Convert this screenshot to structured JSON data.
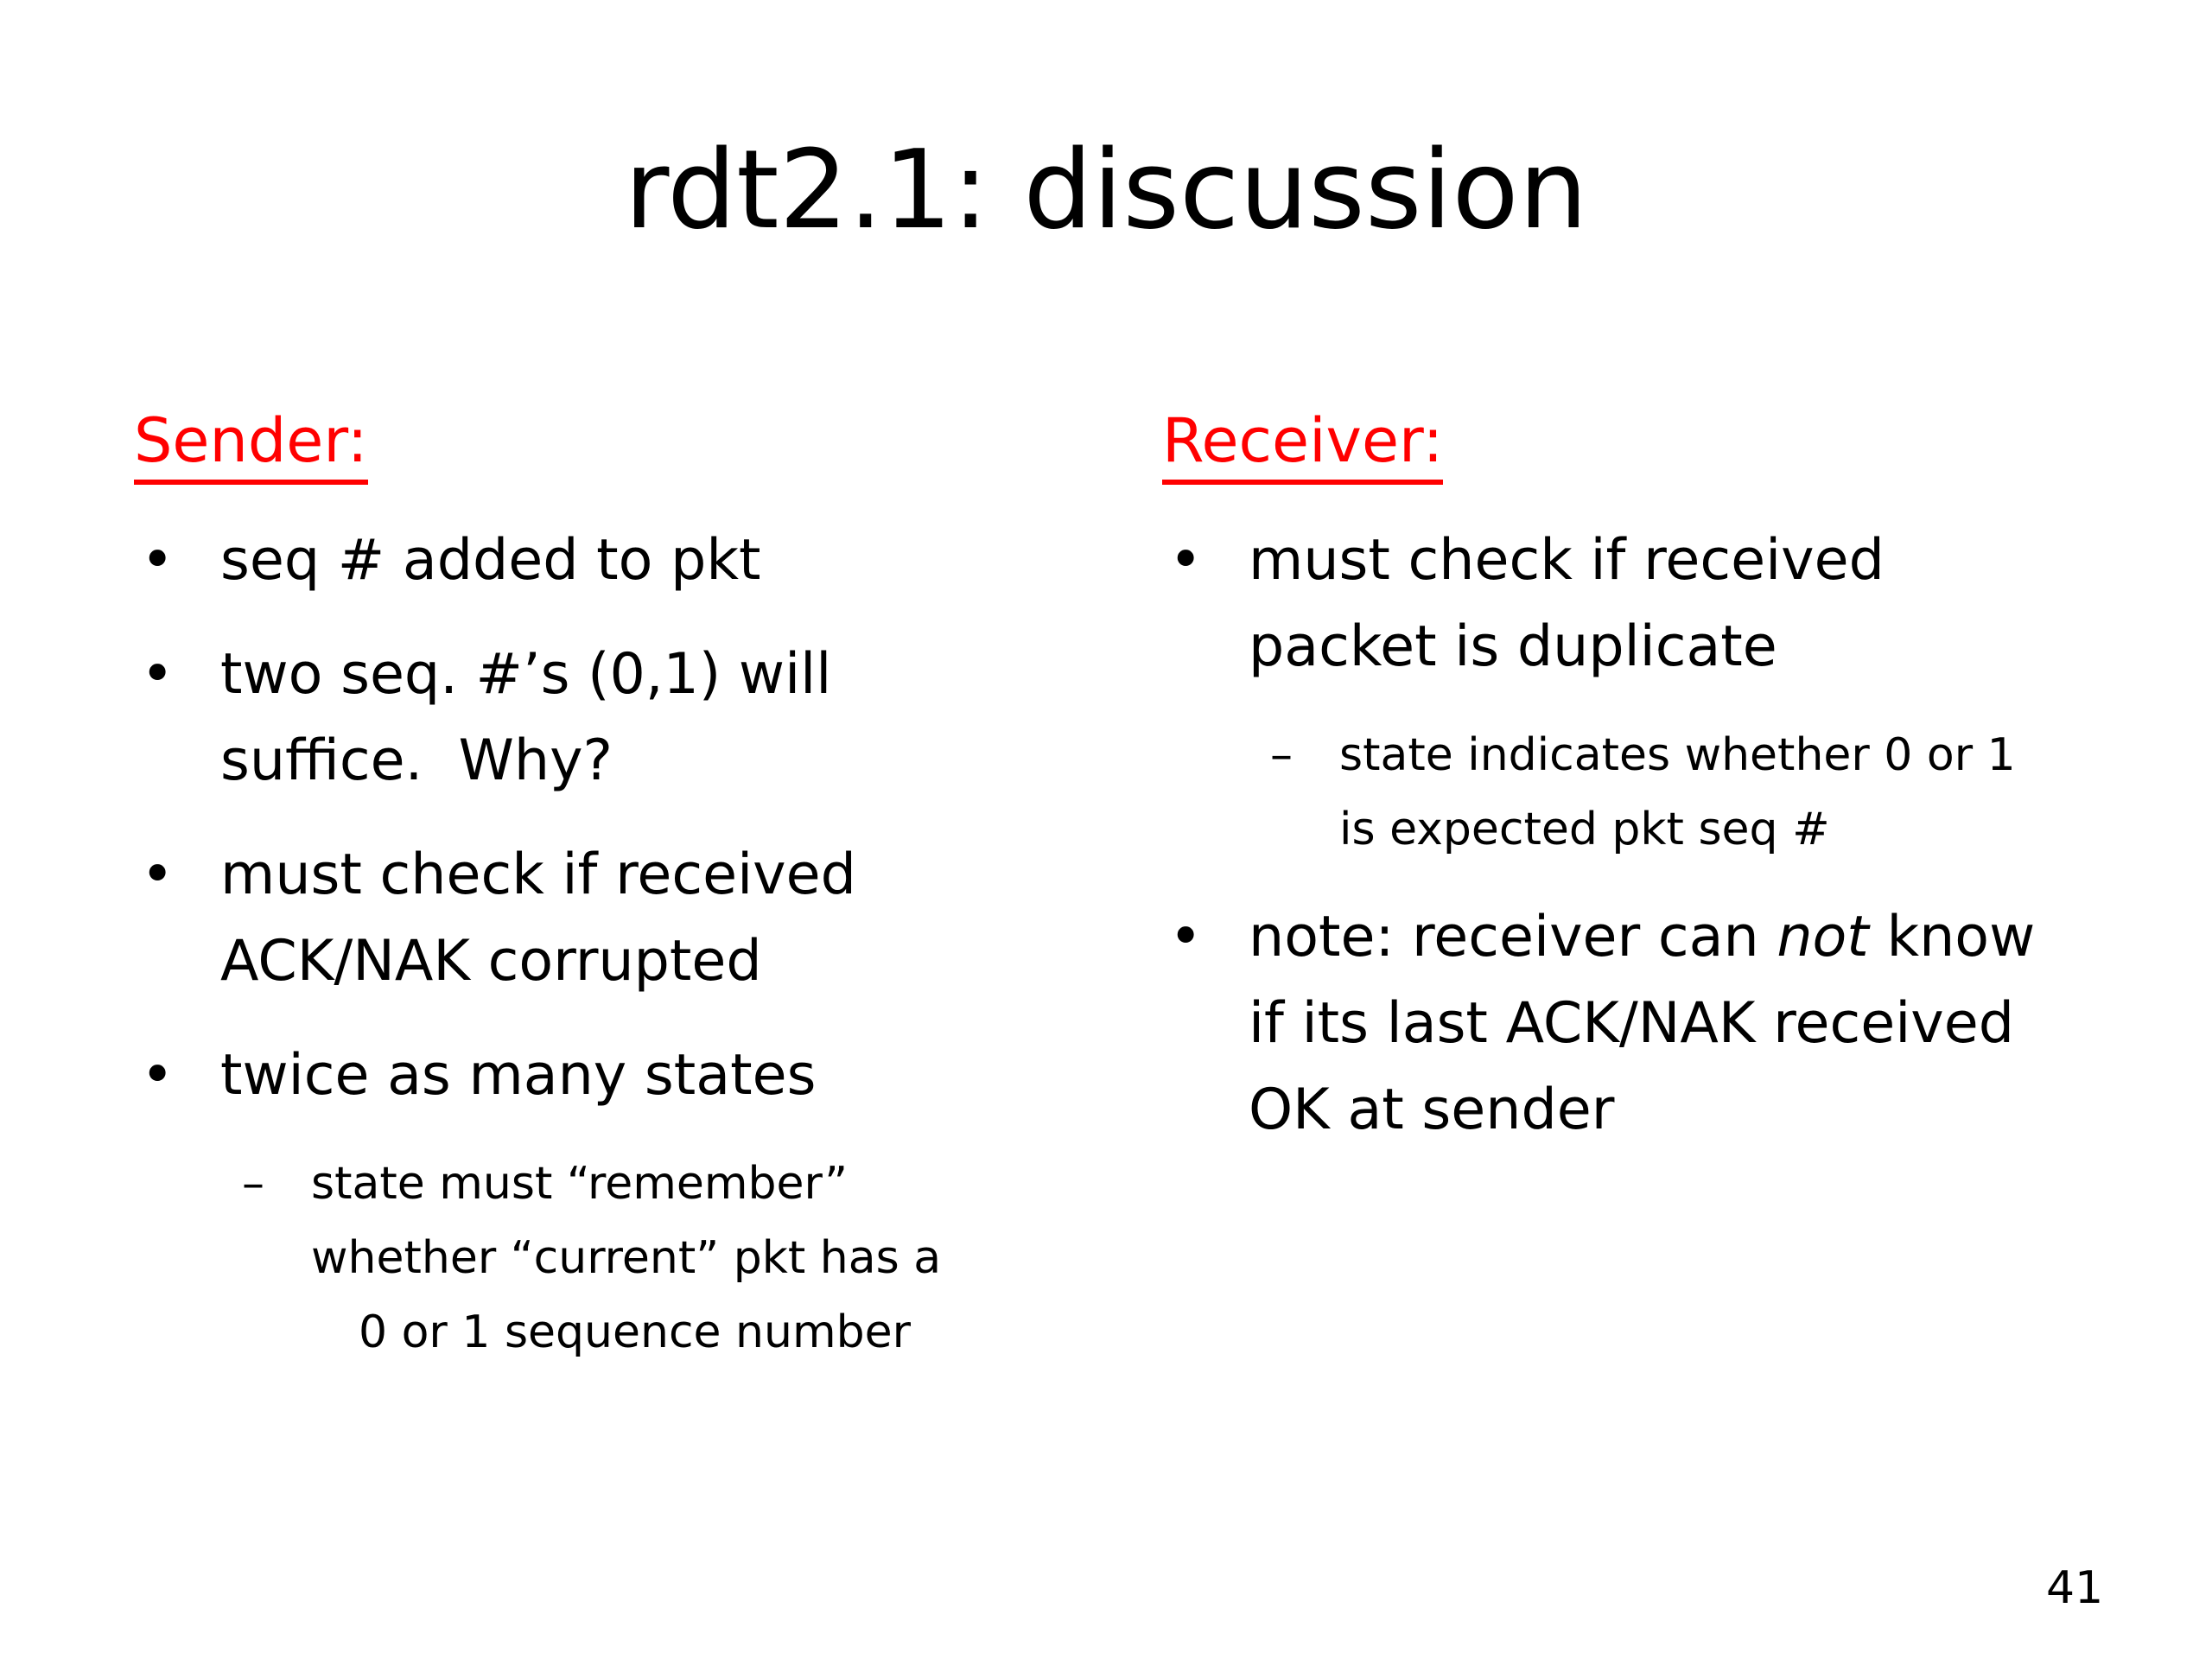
{
  "slide": {
    "title": "rdt2.1: discussion",
    "page_number": "41",
    "colors": {
      "header": "#ff0000",
      "text": "#000000",
      "background": "#ffffff"
    },
    "markers": {
      "bullet": "•",
      "dash": "–"
    },
    "columns": [
      {
        "id": "sender",
        "header": "Sender:",
        "items": [
          {
            "level": 1,
            "lines": [
              "seq # added to pkt"
            ]
          },
          {
            "level": 1,
            "lines": [
              "two seq. #’s (0,1) will",
              "suffice.  Why?"
            ]
          },
          {
            "level": 1,
            "lines": [
              "must check if received",
              "ACK/NAK corrupted"
            ]
          },
          {
            "level": 1,
            "lines": [
              "twice as many states"
            ]
          },
          {
            "level": 2,
            "lines": [
              "state must “remember”",
              "whether “current” pkt has a",
              "0 or 1 sequence number"
            ]
          }
        ]
      },
      {
        "id": "receiver",
        "header": "Receiver:",
        "items": [
          {
            "level": 1,
            "lines": [
              "must check if received",
              "packet is duplicate"
            ]
          },
          {
            "level": 2,
            "lines": [
              "state indicates whether 0 or 1",
              "is expected pkt seq #"
            ]
          },
          {
            "level": 1,
            "line1": {
              "before": "note: receiver can ",
              "emphasis": "not",
              "after": " know"
            },
            "lines": [
              "if its last ACK/NAK received",
              "OK at sender"
            ]
          }
        ]
      }
    ]
  }
}
